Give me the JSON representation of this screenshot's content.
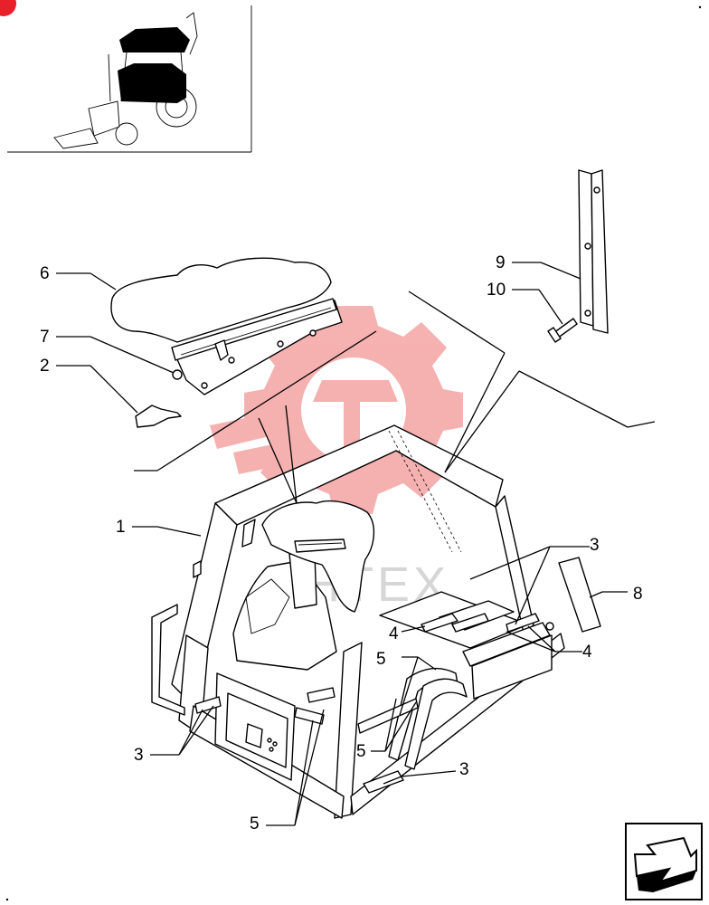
{
  "callouts": {
    "c1": "1",
    "c2": "2",
    "c3a": "3",
    "c3b": "3",
    "c3c": "3",
    "c4a": "4",
    "c4b": "4",
    "c5a": "5",
    "c5b": "5",
    "c5c": "5",
    "c6": "6",
    "c7": "7",
    "c8": "8",
    "c9": "9",
    "c10": "10"
  },
  "watermark": {
    "text": "MHTEX",
    "color": "#f4a3a3"
  },
  "colors": {
    "line": "#000000",
    "background": "#ffffff",
    "accent": "#e8202a"
  },
  "icons": {
    "nav": "arrow-right-icon",
    "thumbnail": "tractor-thumbnail"
  }
}
